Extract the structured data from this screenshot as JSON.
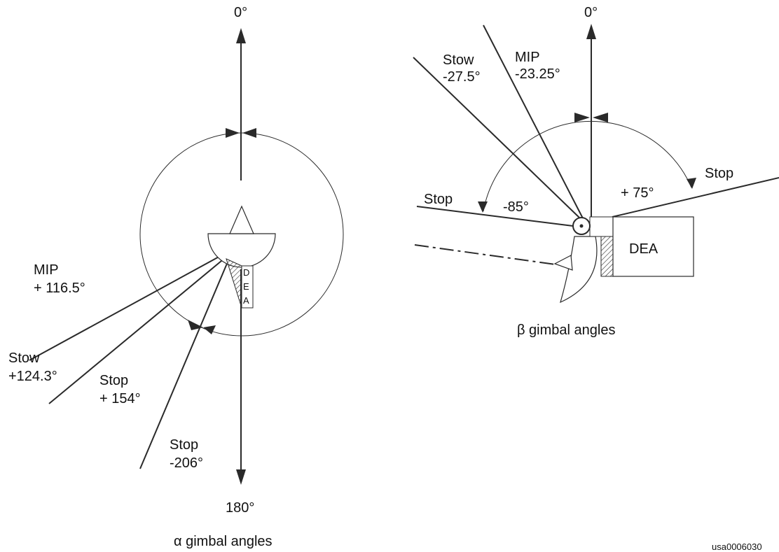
{
  "alpha": {
    "zero_label": "0°",
    "bottom_label": "180°",
    "mip_name": "MIP",
    "mip_value": "+ 116.5°",
    "stow_name": "Stow",
    "stow_value": "+124.3°",
    "stop_pos_name": "Stop",
    "stop_pos_value": "+ 154°",
    "stop_neg_name": "Stop",
    "stop_neg_value": "-206°",
    "dea_letters": [
      "D",
      "E",
      "A"
    ],
    "caption": "α gimbal angles"
  },
  "beta": {
    "zero_label": "0°",
    "stow_name": "Stow",
    "stow_value": "-27.5°",
    "mip_name": "MIP",
    "mip_value": "-23.25°",
    "stop_left_name": "Stop",
    "stop_left_value": "-85°",
    "stop_right_name": "Stop",
    "stop_right_value": "+ 75°",
    "dea_label": "DEA",
    "caption": "β gimbal angles"
  },
  "figure_id": "usa0006030"
}
